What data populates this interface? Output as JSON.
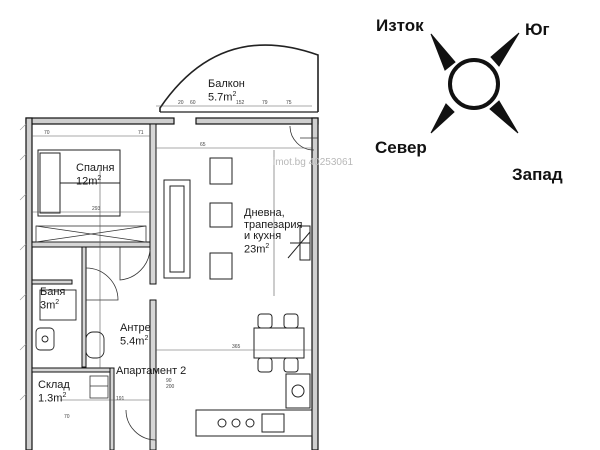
{
  "compass": {
    "east": "Изток",
    "south": "Юг",
    "north": "Север",
    "west": "Запад"
  },
  "rooms": {
    "balcony": {
      "name": "Балкон",
      "area": "5.7m",
      "exp": "2"
    },
    "bedroom": {
      "name": "Спалня",
      "area": "12m",
      "exp": "2"
    },
    "living": {
      "line1": "Дневна,",
      "line2": "трапезария",
      "line3": "и кухня",
      "area": "23m",
      "exp": "2"
    },
    "bathroom": {
      "name": "Баня",
      "area": "3m",
      "exp": "2"
    },
    "hall": {
      "name": "Антре",
      "area": "5.4m",
      "exp": "2"
    },
    "storage": {
      "name": "Склад",
      "area": "1.3m",
      "exp": "2"
    }
  },
  "apartment_label": "Апартамент 2",
  "watermark": "imot.bg 40253061",
  "dimensions": [
    "70",
    "71",
    "75",
    "20",
    "60",
    "152",
    "79",
    "293",
    "65",
    "365",
    "90",
    "200",
    "191",
    "70"
  ]
}
